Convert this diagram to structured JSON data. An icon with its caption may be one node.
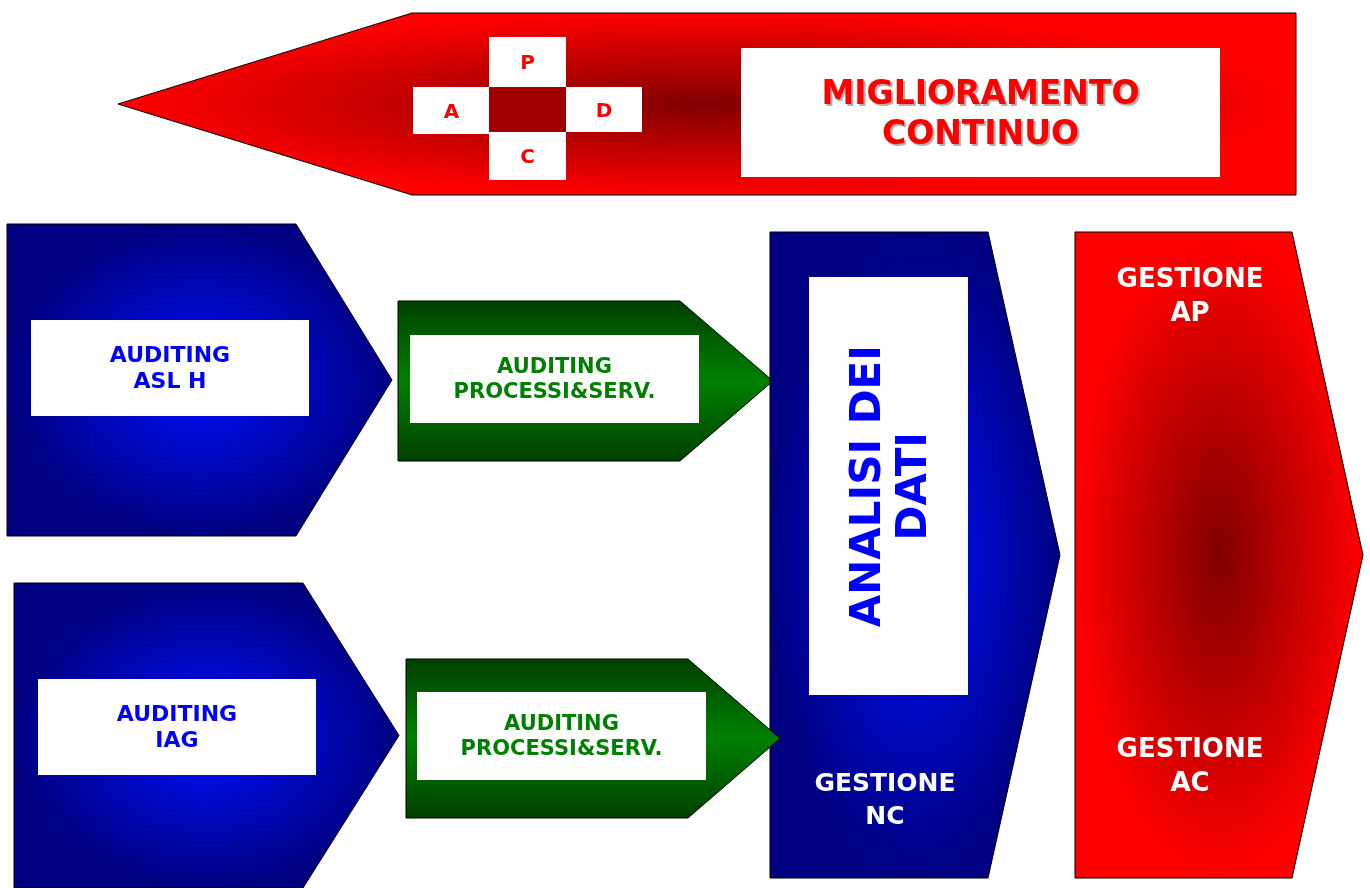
{
  "diagram": {
    "nodes": [
      {
        "text": [],
        "shape": "arrow"
      },
      {
        "text": [
          "P"
        ],
        "in": 0
      },
      {
        "text": [
          "A"
        ],
        "in": 0
      },
      {
        "text": [
          "D"
        ],
        "in": 0
      },
      {
        "text": [
          "C"
        ],
        "in": 0
      },
      {
        "text": [
          "MIGLIORAMENTO CONTINUO"
        ],
        "in": 0
      },
      {
        "text": [],
        "shape": "chevron"
      },
      {
        "text": [
          "AUDITING ASL H"
        ],
        "in": 6
      },
      {
        "text": [],
        "shape": "chevron"
      },
      {
        "text": [
          "AUDITING PROCESSI&SERV."
        ],
        "in": 8
      },
      {
        "text": [
          "GESTIONE NC"
        ]
      },
      {
        "text": [
          "ANALISI DEI DATI"
        ],
        "in": 10
      },
      {
        "text": [
          "GESTIONE AP",
          "GESTIONE AC"
        ]
      },
      {
        "text": [],
        "shape": "chevron"
      },
      {
        "text": [
          "AUDITING IAG"
        ],
        "in": 13
      },
      {
        "text": [],
        "shape": "chevron"
      },
      {
        "text": [
          "AUDITING PROCESSI&SERV."
        ],
        "in": 15
      },
      {
        "text": [],
        "shape": "box",
        "in": 0
      }
    ]
  }
}
